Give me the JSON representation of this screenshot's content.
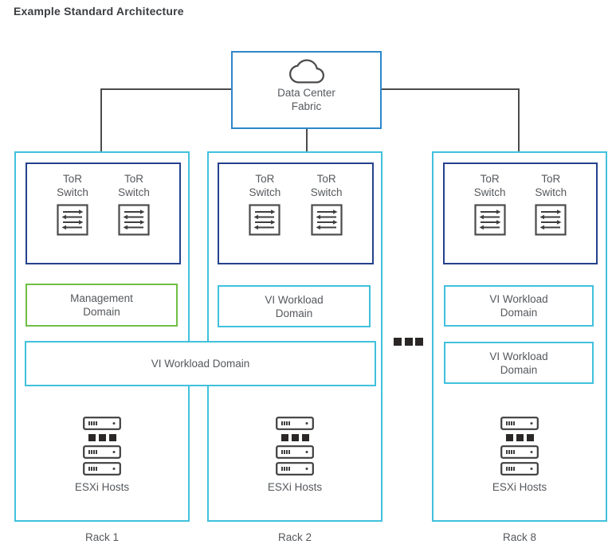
{
  "title": "Example Standard Architecture",
  "fabric": {
    "line1": "Data Center",
    "line2": "Fabric",
    "icon": "cloud-icon"
  },
  "spanning_domain": {
    "label": "VI Workload Domain"
  },
  "racks": [
    {
      "name": "Rack 1",
      "tor_switches": [
        {
          "line1": "ToR",
          "line2": "Switch",
          "icon": "switch-icon"
        },
        {
          "line1": "ToR",
          "line2": "Switch",
          "icon": "switch-icon"
        }
      ],
      "domains": [
        {
          "line1": "Management",
          "line2": "Domain",
          "border_color": "#70BF44"
        }
      ],
      "esxi_label": "ESXi Hosts"
    },
    {
      "name": "Rack 2",
      "tor_switches": [
        {
          "line1": "ToR",
          "line2": "Switch",
          "icon": "switch-icon"
        },
        {
          "line1": "ToR",
          "line2": "Switch",
          "icon": "switch-icon"
        }
      ],
      "domains": [
        {
          "line1": "VI Workload",
          "line2": "Domain",
          "border_color": "#41C1DD"
        }
      ],
      "esxi_label": "ESXi Hosts"
    },
    {
      "name": "Rack 8",
      "tor_switches": [
        {
          "line1": "ToR",
          "line2": "Switch",
          "icon": "switch-icon"
        },
        {
          "line1": "ToR",
          "line2": "Switch",
          "icon": "switch-icon"
        }
      ],
      "domains": [
        {
          "line1": "VI Workload",
          "line2": "Domain",
          "border_color": "#41C1DD"
        },
        {
          "line1": "VI Workload",
          "line2": "Domain",
          "border_color": "#41C1DD"
        }
      ],
      "esxi_label": "ESXi Hosts"
    }
  ],
  "colors": {
    "rack_border": "#41C1DD",
    "tor_border": "#24418C",
    "management_green": "#70BF44",
    "fabric_border": "#2E87C9",
    "connector_gray": "#4B4B4B",
    "icon_gray": "#3F3F3F",
    "text_gray": "#55585C",
    "ellipsis_dark": "#2B2727"
  }
}
